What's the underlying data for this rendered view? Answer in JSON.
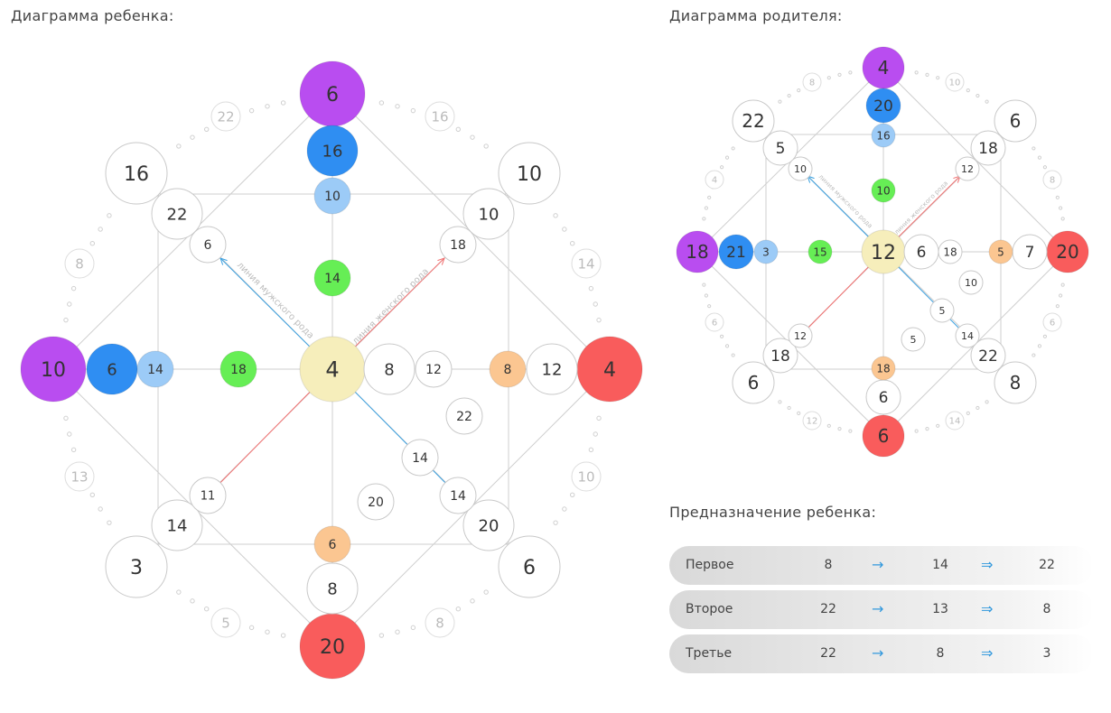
{
  "titles": {
    "child": "Диаграмма ребенка:",
    "parent": "Диаграмма родителя:",
    "purpose": "Предназначение ребенка:"
  },
  "line_labels": {
    "male": "линия мужского рода",
    "female": "линия женского рода"
  },
  "colors": {
    "purple": "#b94df0",
    "blue": "#2f8ef2",
    "lightblue": "#9ccbf7",
    "green": "#66ee55",
    "yellow": "#f6eebb",
    "orange": "#fbc691",
    "red": "#f95c5c",
    "white": "#ffffff",
    "male_line": "#3aa0e0",
    "female_line": "#f07070"
  },
  "child_diagram": {
    "center": "4",
    "top": [
      "6",
      "16",
      "10"
    ],
    "left": [
      "10",
      "6",
      "14"
    ],
    "right": [
      "4",
      "12",
      "8"
    ],
    "bottom": [
      "20",
      "8",
      "6"
    ],
    "middle": "14",
    "left_inner": "18",
    "right_inner": [
      "8",
      "12"
    ],
    "corner_tl": [
      "16",
      "22",
      "6"
    ],
    "corner_tr": [
      "10",
      "10",
      "18"
    ],
    "corner_bl": [
      "3",
      "14",
      "11"
    ],
    "corner_br": [
      "6",
      "20",
      "14"
    ],
    "love_line": [
      "22",
      "14",
      "20"
    ],
    "ring": [
      "22",
      "16",
      "14",
      "10",
      "8",
      "5",
      "13",
      "8"
    ]
  },
  "parent_diagram": {
    "center": "12",
    "top": [
      "4",
      "20",
      "16"
    ],
    "left": [
      "18",
      "21",
      "3"
    ],
    "right": [
      "20",
      "7",
      "5"
    ],
    "bottom": [
      "6",
      "6",
      "18"
    ],
    "middle": "10",
    "left_inner": "15",
    "right_inner": [
      "6",
      "18"
    ],
    "corner_tl": [
      "22",
      "5",
      "10"
    ],
    "corner_tr": [
      "6",
      "18",
      "12"
    ],
    "corner_bl": [
      "6",
      "18",
      "12"
    ],
    "corner_br": [
      "8",
      "22",
      "14"
    ],
    "love_line": [
      "10",
      "5",
      "5"
    ],
    "ring": [
      "8",
      "10",
      "8",
      "6",
      "14",
      "12",
      "6",
      "4"
    ]
  },
  "purpose": {
    "arrow": "→",
    "double_arrow": "⇒",
    "rows": [
      {
        "label": "Первое",
        "values": [
          "8",
          "14",
          "22"
        ]
      },
      {
        "label": "Второе",
        "values": [
          "22",
          "13",
          "8"
        ]
      },
      {
        "label": "Третье",
        "values": [
          "22",
          "8",
          "3"
        ]
      }
    ]
  }
}
